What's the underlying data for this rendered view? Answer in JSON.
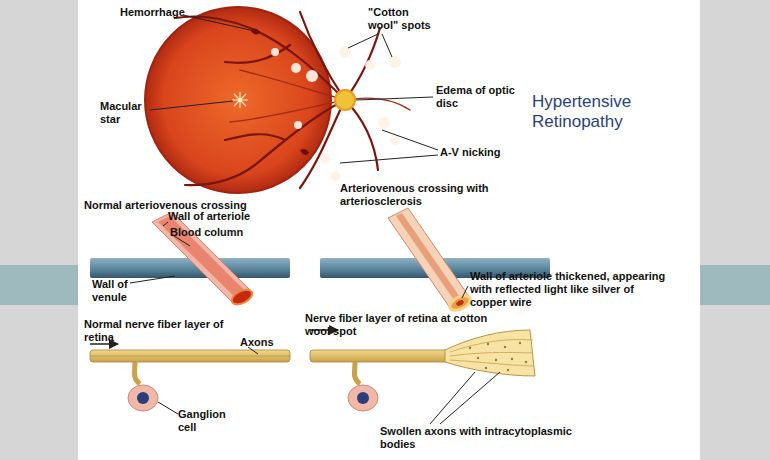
{
  "diagram": {
    "title": "Hypertensive Retinopathy",
    "labels": [
      "Hemorrhage",
      "\"Cotton wool\" spots",
      "Macular star",
      "Edema of optic disc",
      "A-V nicking",
      "Normal arteriovenous crossing",
      "Arteriovenous crossing with arteriosclerosis",
      "Wall of arteriole",
      "Blood column",
      "Wall of venule",
      "Wall of arteriole thickened, appearing with reflected light like silver of copper wire",
      "Normal nerve fiber layer of retina",
      "Axons",
      "Nerve fiber layer of retina at cotton wool spot",
      "Ganglion cell",
      "Swollen axons with intracytoplasmic bodies"
    ]
  }
}
